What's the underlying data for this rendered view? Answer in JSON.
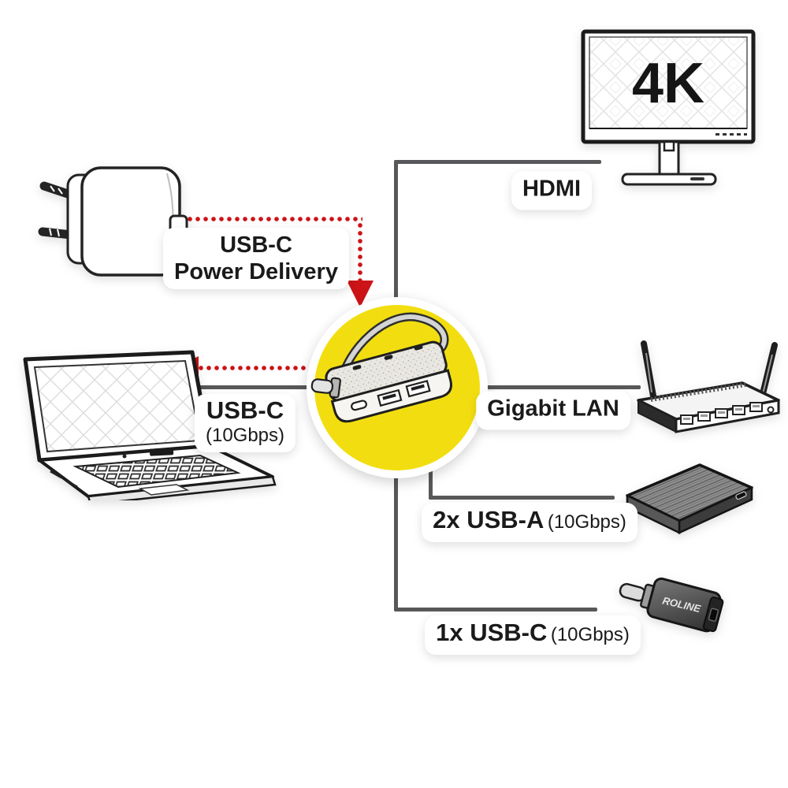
{
  "labels": {
    "power": {
      "line1": "USB-C",
      "line2": "Power Delivery"
    },
    "hdmi": "HDMI",
    "usbc_host": {
      "main": "USB-C",
      "speed": "(10Gbps)"
    },
    "lan": "Gigabit LAN",
    "usba": {
      "main": "2x USB-A",
      "speed": "(10Gbps)"
    },
    "usbc_device": {
      "main": "1x USB-C",
      "speed": "(10Gbps)"
    }
  },
  "devices": {
    "monitor": {
      "screen_text": "4K"
    },
    "usbc_adapter": {
      "brand": "ROLINE"
    }
  },
  "colors": {
    "hub_circle_yellow": "#f2de10",
    "connector_gray": "#58585a",
    "arrow_red": "#cc1417",
    "text_black": "#1a1a1a"
  }
}
